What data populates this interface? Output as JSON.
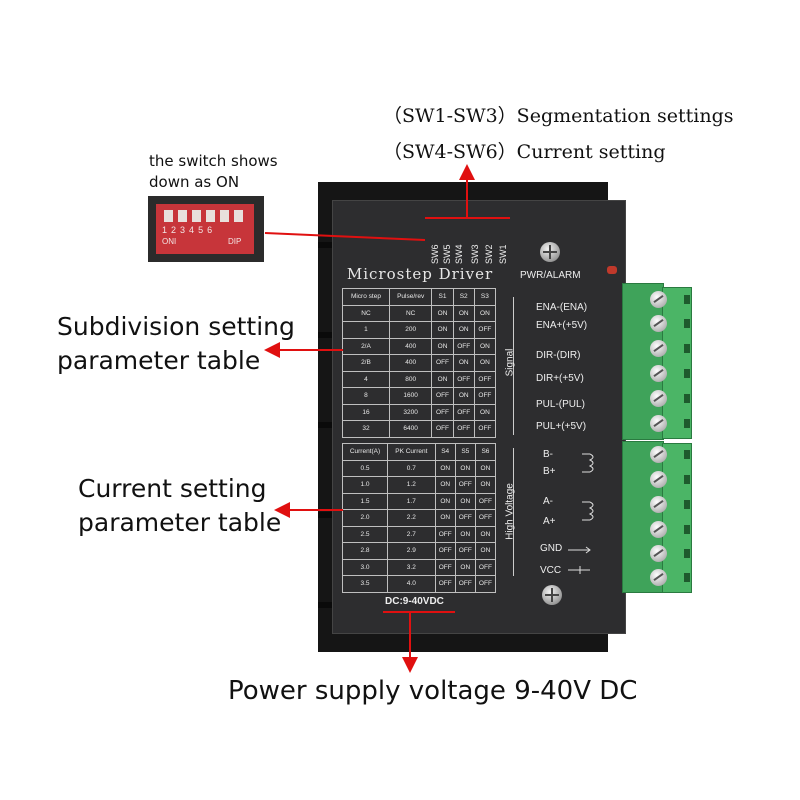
{
  "callouts": {
    "sw1_sw3": "（SW1-SW3）Segmentation settings",
    "sw4_sw6": "（SW4-SW6）Current setting",
    "switch_note_line1": "the switch shows",
    "switch_note_line2": "down as ON",
    "subdivision_line1": "Subdivision setting",
    "subdivision_line2": "parameter table",
    "current_line1": "Current setting",
    "current_line2": "parameter table",
    "power": "Power supply voltage 9-40V DC"
  },
  "dip_switch_photo": {
    "numbers": [
      "1",
      "2",
      "3",
      "4",
      "5",
      "6"
    ],
    "on_label": "ONI",
    "dip_label": "DIP"
  },
  "device": {
    "title": "Microstep Driver",
    "pwr_alarm": "PWR/ALARM",
    "switch_labels": [
      "SW6",
      "SW5",
      "SW4",
      "SW3",
      "SW2",
      "SW1"
    ],
    "voltage": "DC:9-40VDC",
    "signal_label": "Signal",
    "high_voltage_label": "High Voltage",
    "signal_terminals": [
      "ENA-(ENA)",
      "ENA+(+5V)",
      "DIR-(DIR)",
      "DIR+(+5V)",
      "PUL-(PUL)",
      "PUL+(+5V)"
    ],
    "power_terminals": [
      "B-",
      "B+",
      "A-",
      "A+",
      "GND",
      "VCC"
    ],
    "microstep_table": {
      "headers": [
        "Micro step",
        "Pulse/rev",
        "S1",
        "S2",
        "S3"
      ],
      "rows": [
        [
          "NC",
          "NC",
          "ON",
          "ON",
          "ON"
        ],
        [
          "1",
          "200",
          "ON",
          "ON",
          "OFF"
        ],
        [
          "2/A",
          "400",
          "ON",
          "OFF",
          "ON"
        ],
        [
          "2/B",
          "400",
          "OFF",
          "ON",
          "ON"
        ],
        [
          "4",
          "800",
          "ON",
          "OFF",
          "OFF"
        ],
        [
          "8",
          "1600",
          "OFF",
          "ON",
          "OFF"
        ],
        [
          "16",
          "3200",
          "OFF",
          "OFF",
          "ON"
        ],
        [
          "32",
          "6400",
          "OFF",
          "OFF",
          "OFF"
        ]
      ]
    },
    "current_table": {
      "headers": [
        "Current(A)",
        "PK Current",
        "S4",
        "S5",
        "S6"
      ],
      "rows": [
        [
          "0.5",
          "0.7",
          "ON",
          "ON",
          "ON"
        ],
        [
          "1.0",
          "1.2",
          "ON",
          "OFF",
          "ON"
        ],
        [
          "1.5",
          "1.7",
          "ON",
          "ON",
          "OFF"
        ],
        [
          "2.0",
          "2.2",
          "ON",
          "OFF",
          "OFF"
        ],
        [
          "2.5",
          "2.7",
          "OFF",
          "ON",
          "ON"
        ],
        [
          "2.8",
          "2.9",
          "OFF",
          "OFF",
          "ON"
        ],
        [
          "3.0",
          "3.2",
          "OFF",
          "ON",
          "OFF"
        ],
        [
          "3.5",
          "4.0",
          "OFF",
          "OFF",
          "OFF"
        ]
      ]
    }
  },
  "colors": {
    "arrow": "#e01010",
    "panel": "#2d2d2f",
    "terminal_green": "#3fa35a",
    "dip_red": "#c7353a"
  }
}
